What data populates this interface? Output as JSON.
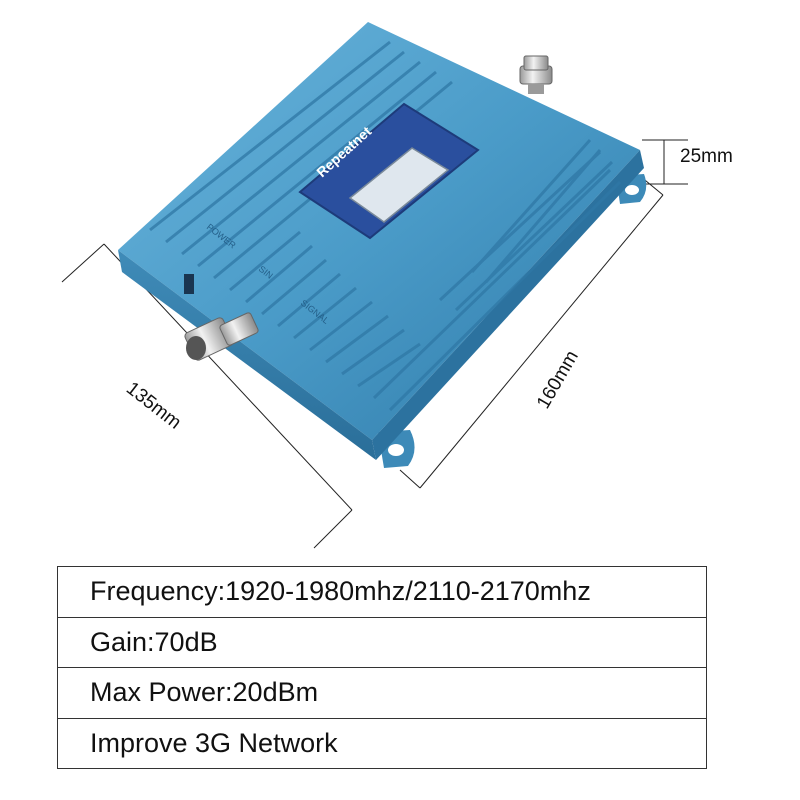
{
  "product": {
    "panel_label": "Repeatnet",
    "led_labels": [
      "POWER",
      "SIN",
      "SIGNAL"
    ],
    "body_color": "#4a9bc8",
    "panel_color": "#2a4f9e"
  },
  "dimensions": {
    "height": "25mm",
    "width": "135mm",
    "length": "160mm"
  },
  "specs": [
    "Frequency:1920-1980mhz/2110-2170mhz",
    "Gain:70dB",
    "Max Power:20dBm",
    "Improve 3G Network"
  ]
}
